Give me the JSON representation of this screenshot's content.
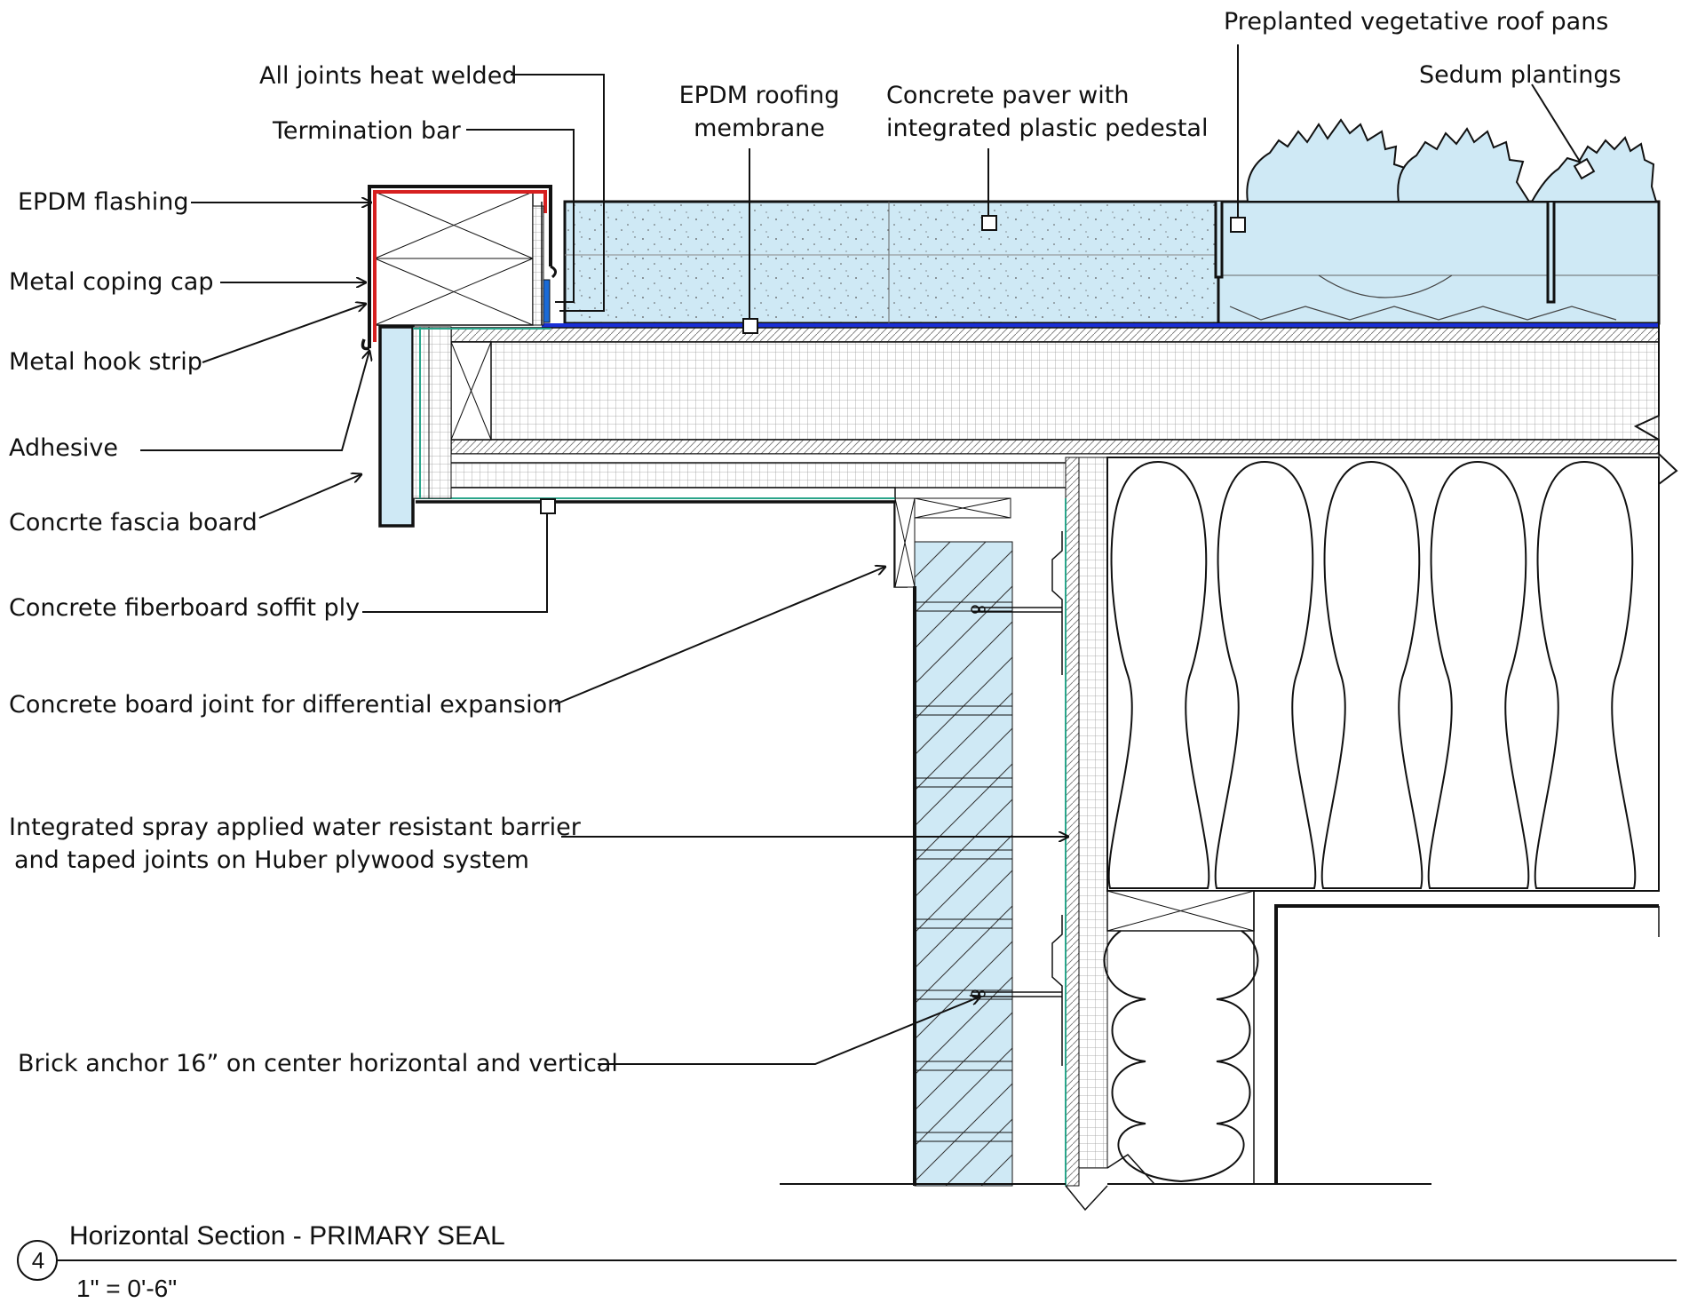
{
  "labels": {
    "all_joints": "All joints heat welded",
    "termination_bar": "Termination bar",
    "epdm_flashing": "EPDM flashing",
    "metal_coping": "Metal coping cap",
    "metal_hook": "Metal hook strip",
    "adhesive": "Adhesive",
    "fascia": "Concrte fascia board",
    "soffit": "Concrete fiberboard soffit ply",
    "board_joint": "Concrete board joint for differential expansion",
    "barrier_line1": "Integrated spray applied water resistant barrier",
    "barrier_line2": "and taped joints on Huber plywood system",
    "brick_anchor": "Brick anchor 16” on center horizontal and vertical",
    "epdm_membrane_line1": "EPDM roofing",
    "epdm_membrane_line2": "membrane",
    "paver_line1": "Concrete paver with",
    "paver_line2": "integrated plastic pedestal",
    "veg_pans": "Preplanted vegetative roof pans",
    "sedum": "Sedum plantings"
  },
  "title": {
    "number": "4",
    "name": "Horizontal Section - PRIMARY SEAL",
    "scale": "1\" = 0'-6\""
  },
  "colors": {
    "light_blue": "#cfe9f5",
    "membrane_blue": "#1a2fd6",
    "flashing_red": "#d62020",
    "barrier_green": "#2aa58a",
    "line": "#111111"
  }
}
